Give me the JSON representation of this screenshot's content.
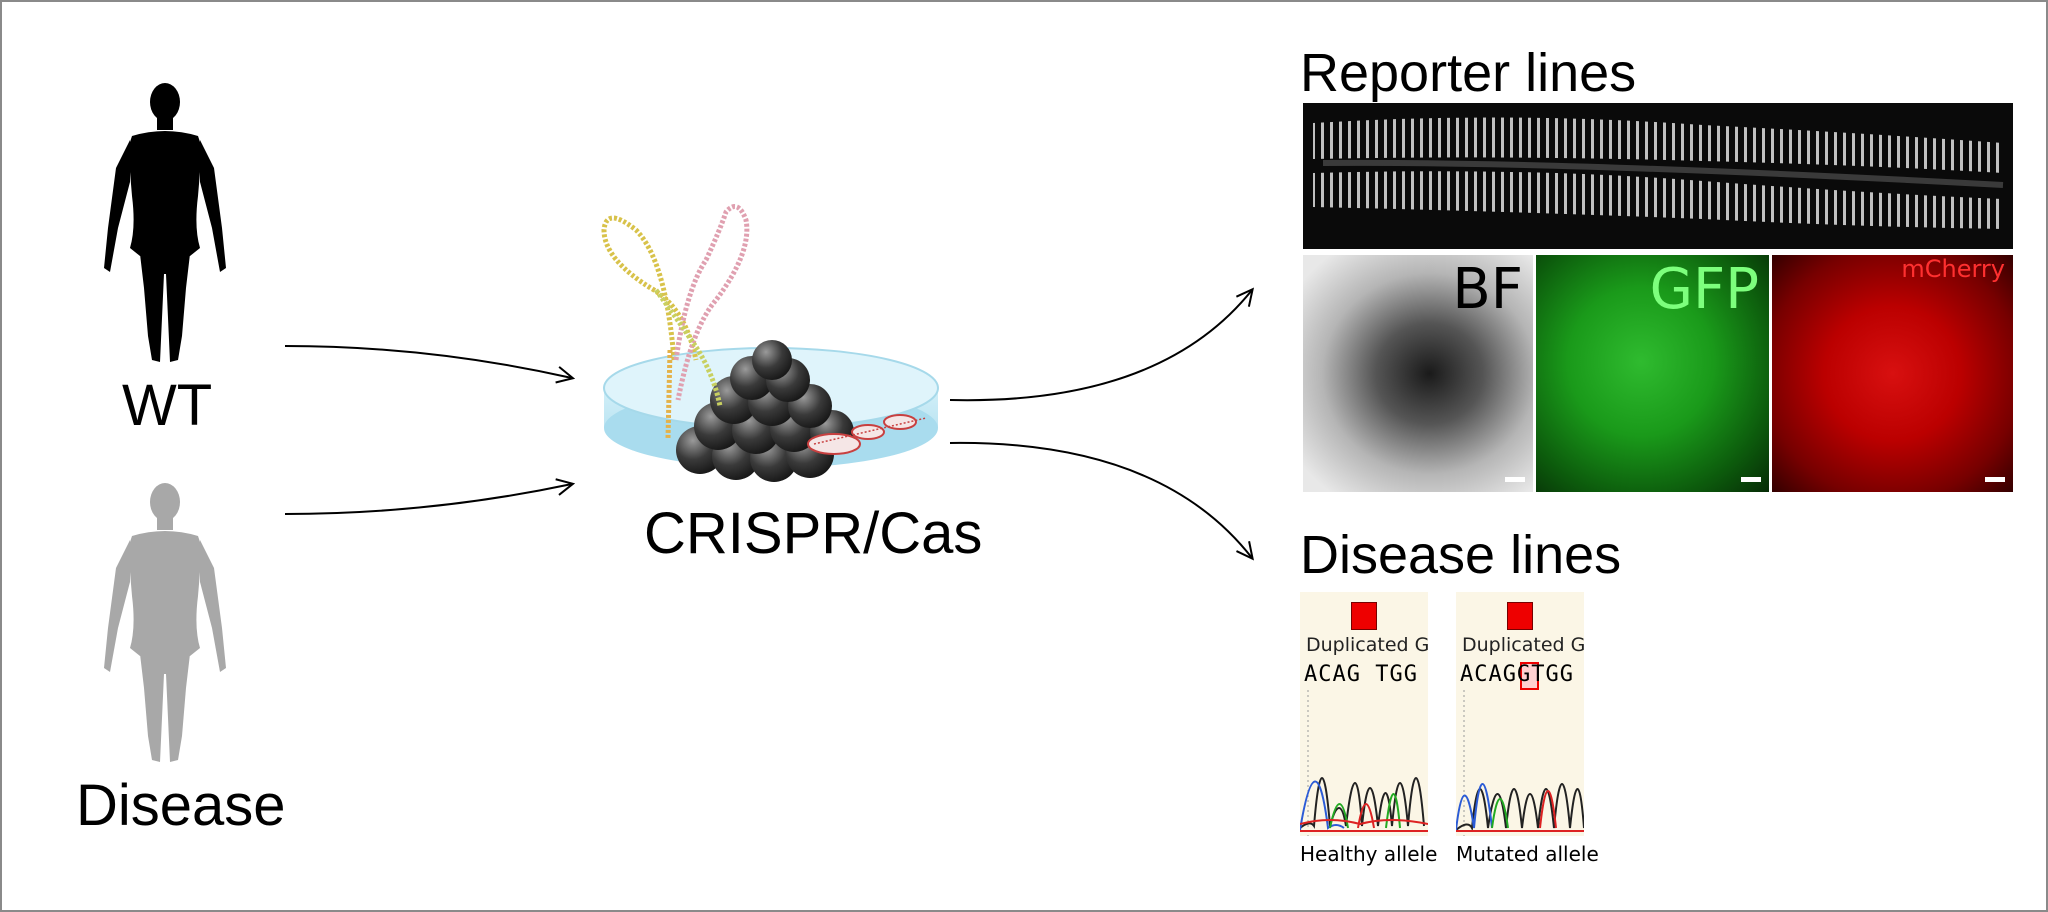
{
  "left": {
    "wt_label": "WT",
    "disease_label": "Disease"
  },
  "center": {
    "crispr_label": "CRISPR/Cas"
  },
  "reporter": {
    "title": "Reporter lines",
    "panels": [
      {
        "label": "BF",
        "color": "#ffffff"
      },
      {
        "label": "GFP",
        "color": "#7dff7d"
      },
      {
        "label": "mCherry",
        "color": "#ff3030"
      }
    ]
  },
  "disease_lines": {
    "title": "Disease lines",
    "chromatograms": [
      {
        "annotation": "Duplicated G",
        "sequence": "ACAG TGG",
        "caption": "Healthy allele"
      },
      {
        "annotation": "Duplicated G",
        "sequence": "ACAGGTGG",
        "caption": "Mutated allele"
      }
    ]
  },
  "colors": {
    "wt_figure": "#000000",
    "disease_figure": "#a8a8a8",
    "dish": "#bfe6f3",
    "marker": "#ee0000"
  }
}
